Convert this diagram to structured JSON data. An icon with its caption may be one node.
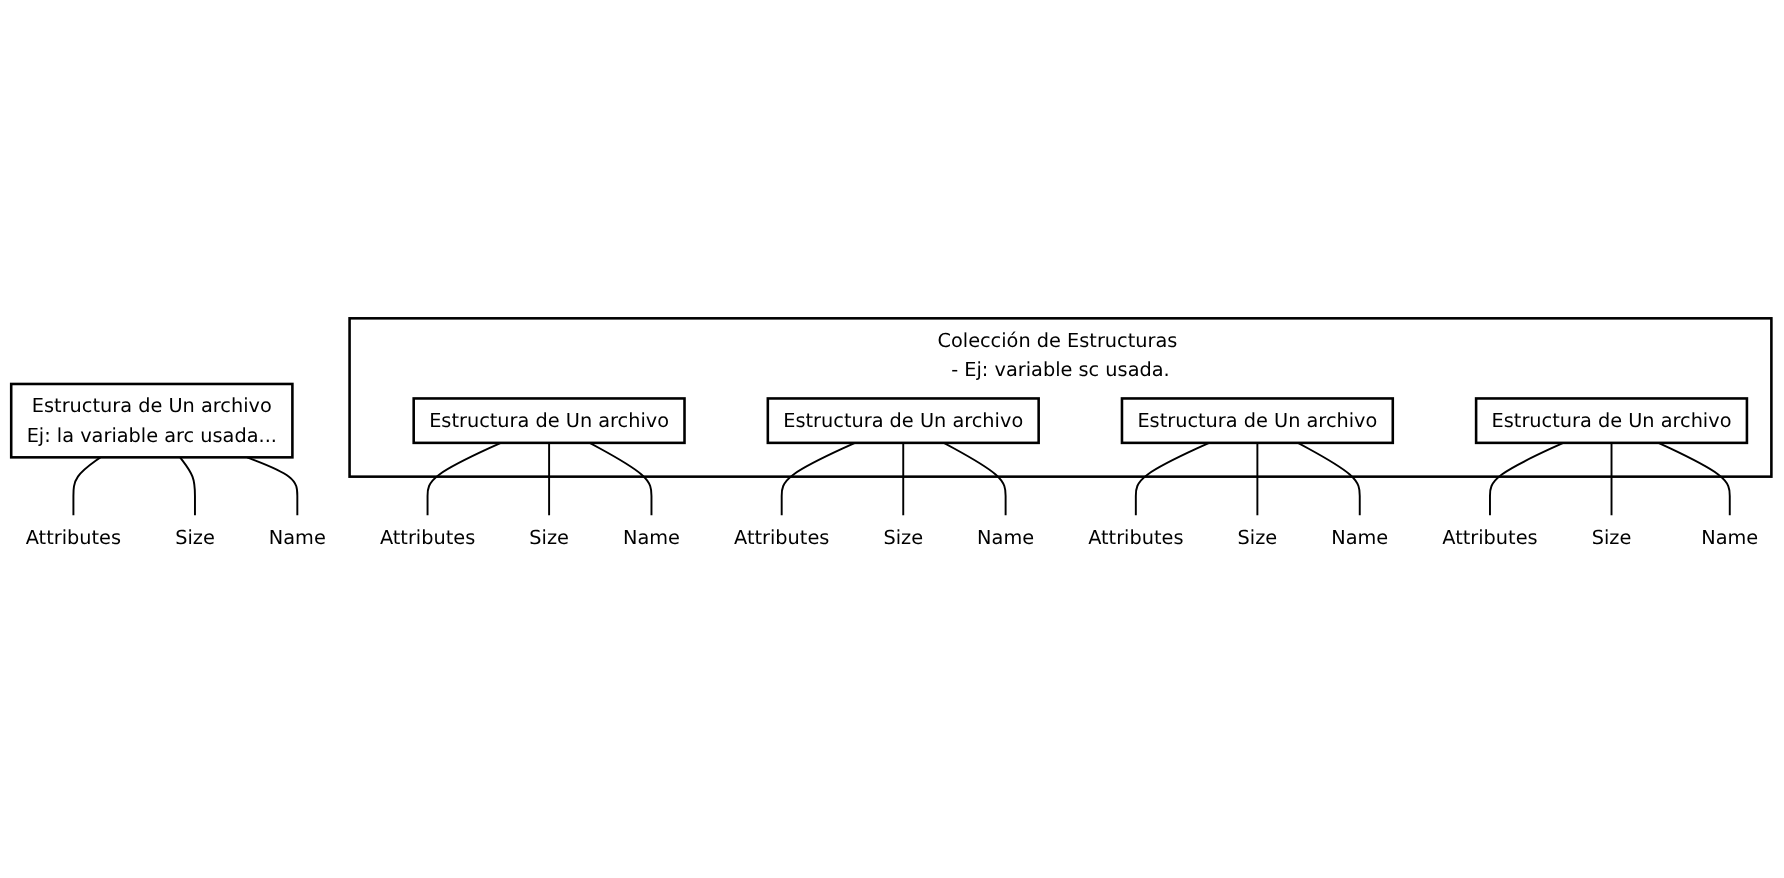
{
  "diagram": {
    "nodes": [
      {
        "text": [
          "Estructura de Un archivo",
          "Ej: la variable arc usada..."
        ]
      },
      {
        "text": [
          "Attributes"
        ]
      },
      {
        "text": [
          "Size"
        ]
      },
      {
        "text": [
          "Name"
        ]
      },
      {
        "text": [
          "Attributes"
        ]
      },
      {
        "text": [
          "Size"
        ]
      },
      {
        "text": [
          "Name"
        ]
      },
      {
        "text": [
          "Colección de Estructuras - Ej: variable sc usada."
        ]
      },
      {
        "text": [
          "Estructura de Un archivo"
        ],
        "in": 7
      },
      {
        "text": [
          "Estructura de Un archivo"
        ],
        "in": 7
      },
      {
        "text": [
          "Attributes"
        ]
      },
      {
        "text": [
          "Size"
        ]
      },
      {
        "text": [
          "Name"
        ]
      },
      {
        "text": [
          "Estructura de Un archivo"
        ],
        "in": 7
      },
      {
        "text": [
          "Estructura de Un archivo"
        ],
        "in": 7
      },
      {
        "text": [
          "Attributes"
        ]
      },
      {
        "text": [
          "Size"
        ]
      },
      {
        "text": [
          "Name"
        ]
      },
      {
        "text": [
          "Attributes"
        ]
      },
      {
        "text": [
          "Size"
        ]
      },
      {
        "text": [
          "Name"
        ]
      }
    ],
    "edges": [
      {
        "from": 0,
        "to": 1,
        "arrow": "none"
      },
      {
        "from": 0,
        "to": 2,
        "arrow": "none"
      },
      {
        "from": 0,
        "to": 3,
        "arrow": "none"
      },
      {
        "from": 8,
        "to": 4,
        "arrow": "none"
      },
      {
        "from": 8,
        "to": 5,
        "arrow": "none"
      },
      {
        "from": 8,
        "to": 6,
        "arrow": "none"
      },
      {
        "from": 9,
        "to": 10,
        "arrow": "none"
      },
      {
        "from": 9,
        "to": 11,
        "arrow": "none"
      },
      {
        "from": 9,
        "to": 12,
        "arrow": "none"
      },
      {
        "from": 13,
        "to": 15,
        "arrow": "none"
      },
      {
        "from": 13,
        "to": 16,
        "arrow": "none"
      },
      {
        "from": 13,
        "to": 17,
        "arrow": "none"
      },
      {
        "from": 14,
        "to": 18,
        "arrow": "none"
      },
      {
        "from": 14,
        "to": 19,
        "arrow": "none"
      },
      {
        "from": 14,
        "to": 20,
        "arrow": "none"
      }
    ]
  }
}
